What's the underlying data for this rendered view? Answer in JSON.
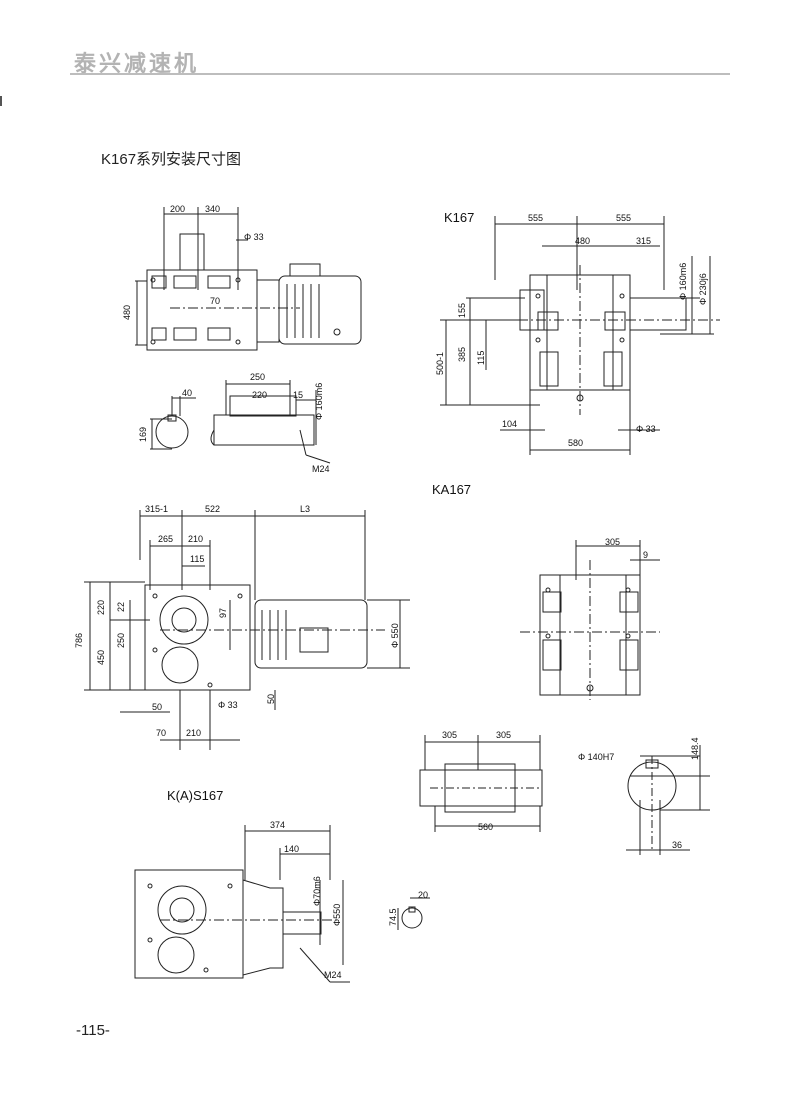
{
  "header": {
    "brand": "泰兴减速机"
  },
  "page_title": "K167系列安装尺寸图",
  "page_number": "-115-",
  "labels": {
    "k167": "K167",
    "ka167": "KA167",
    "kas167": "K(A)S167"
  },
  "dims": {
    "d200": "200",
    "d340": "340",
    "phi33a": "Φ 33",
    "d480a": "480",
    "d70a": "70",
    "d40": "40",
    "d169": "169",
    "d250a": "250",
    "d220a": "220",
    "d15": "15",
    "phi160a": "Φ 160m6",
    "m24a": "M24",
    "d555a": "555",
    "d555b": "555",
    "d480b": "480",
    "d315": "315",
    "phi160b": "Φ 160m6",
    "phi230": "Φ 230j6",
    "d155": "155",
    "d385": "385",
    "d115a": "115",
    "d500": "500-1",
    "d104": "104",
    "phi33b": "Φ 33",
    "d580": "580",
    "d3151": "315-1",
    "d522": "522",
    "dL3": "L3",
    "d265": "265",
    "d210a": "210",
    "d115b": "115",
    "d786": "786",
    "d220b": "220",
    "d22": "22",
    "d250b": "250",
    "d450": "450",
    "d97": "97",
    "phi550a": "Φ 550",
    "d50a": "50",
    "phi33c": "Φ 33",
    "d50b": "50",
    "d70b": "70",
    "d210b": "210",
    "d305a": "305",
    "d9": "9",
    "d305b": "305",
    "d305c": "305",
    "d560": "560",
    "phi140": "Φ 140H7",
    "d1484": "148.4",
    "d36": "36",
    "d374": "374",
    "d140": "140",
    "phi70": "Φ70m6",
    "phi550b": "Φ550",
    "m24b": "M24",
    "d20": "20",
    "d745": "74.5"
  }
}
